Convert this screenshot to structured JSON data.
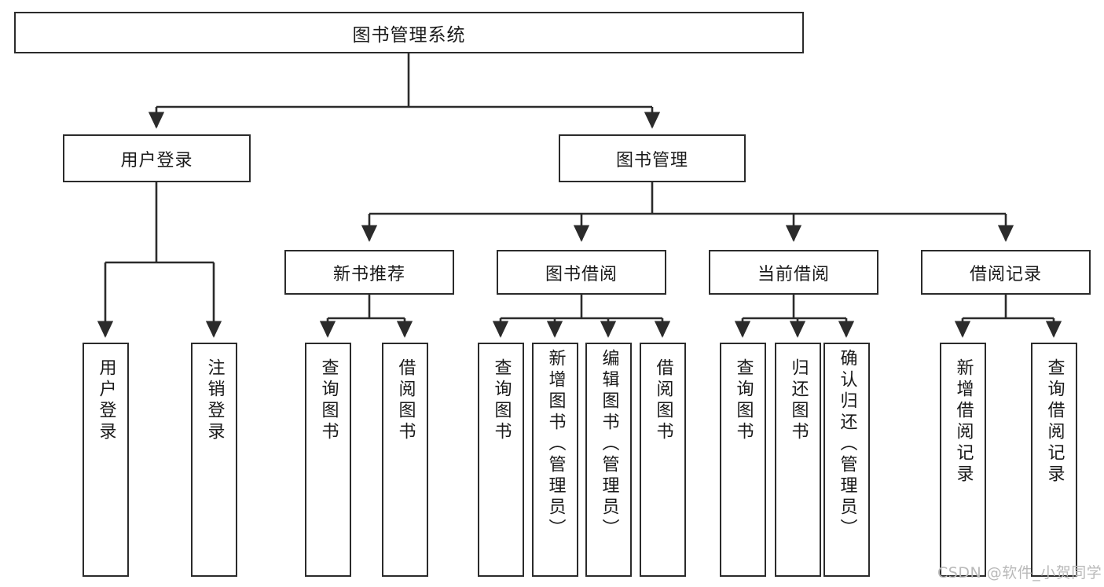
{
  "diagram": {
    "title": "图书管理系统",
    "type": "hierarchical-function-tree",
    "root": {
      "id": "root",
      "label": "图书管理系统"
    },
    "level2": [
      {
        "id": "user-login",
        "label": "用户登录"
      },
      {
        "id": "book-management",
        "label": "图书管理"
      }
    ],
    "level3": [
      {
        "id": "new-book-recommend",
        "label": "新书推荐",
        "parent": "book-management"
      },
      {
        "id": "book-borrow",
        "label": "图书借阅",
        "parent": "book-management"
      },
      {
        "id": "current-borrow",
        "label": "当前借阅",
        "parent": "book-management"
      },
      {
        "id": "borrow-record",
        "label": "借阅记录",
        "parent": "book-management"
      }
    ],
    "leaves": [
      {
        "id": "leaf-user-login",
        "label": "用户登录",
        "parent": "user-login"
      },
      {
        "id": "leaf-logout",
        "label": "注销登录",
        "parent": "user-login"
      },
      {
        "id": "leaf-query-book-1",
        "label": "查询图书",
        "parent": "new-book-recommend"
      },
      {
        "id": "leaf-borrow-book-1",
        "label": "借阅图书",
        "parent": "new-book-recommend"
      },
      {
        "id": "leaf-query-book-2",
        "label": "查询图书",
        "parent": "book-borrow"
      },
      {
        "id": "leaf-add-book",
        "label": "新增图书（管理员）",
        "parent": "book-borrow"
      },
      {
        "id": "leaf-edit-book",
        "label": "编辑图书（管理员）",
        "parent": "book-borrow"
      },
      {
        "id": "leaf-borrow-book-2",
        "label": "借阅图书",
        "parent": "book-borrow"
      },
      {
        "id": "leaf-query-book-3",
        "label": "查询图书",
        "parent": "current-borrow"
      },
      {
        "id": "leaf-return-book",
        "label": "归还图书",
        "parent": "current-borrow"
      },
      {
        "id": "leaf-confirm-return",
        "label": "确认归还（管理员）",
        "parent": "current-borrow"
      },
      {
        "id": "leaf-add-record",
        "label": "新增借阅记录",
        "parent": "borrow-record"
      },
      {
        "id": "leaf-query-record",
        "label": "查询借阅记录",
        "parent": "borrow-record"
      }
    ],
    "watermark": "CSDN @软件_小贺同学",
    "colors": {
      "stroke": "#2b2b2b",
      "fill": "#ffffff",
      "text": "#1a1a1a",
      "watermark": "#b9b9b9"
    }
  }
}
